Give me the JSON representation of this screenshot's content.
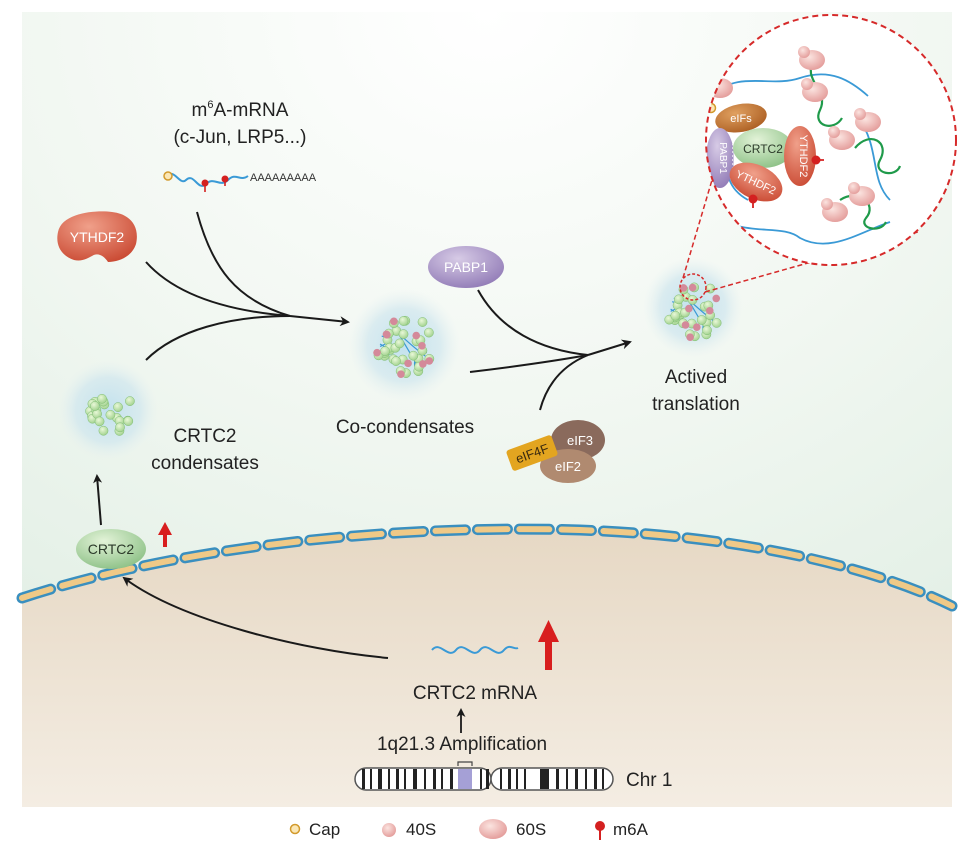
{
  "labels": {
    "m6a_mrna_line1_prefix": "m",
    "m6a_mrna_line1_sup": "6",
    "m6a_mrna_line1_suffix": "A-mRNA",
    "m6a_mrna_line2": "(c-Jun, LRP5...)",
    "poly_a": "AAAAAAAAA",
    "ythdf2": "YTHDF2",
    "crtc2_condensates_line1": "CRTC2",
    "crtc2_condensates_line2": "condensates",
    "co_condensates": "Co-condensates",
    "pabp1": "PABP1",
    "actived_translation_line1": "Actived",
    "actived_translation_line2": "translation",
    "eif4f": "eIF4F",
    "eif3": "eIF3",
    "eif2": "eIF2",
    "crtc2_protein": "CRTC2",
    "crtc2_mrna": "CRTC2 mRNA",
    "amplification": "1q21.3 Amplification",
    "chromosome": "Chr 1"
  },
  "zoom": {
    "eifs": "eIFs",
    "pabp1": "PABP1",
    "pabp1_polya": "AAAAAAA",
    "crtc2": "CRTC2",
    "ythdf2_left": "YTHDF2",
    "ythdf2_right": "YTHDF2"
  },
  "legend": {
    "items": [
      {
        "label": "Cap",
        "icon": "cap-icon"
      },
      {
        "label": "40S",
        "icon": "40s-ribosome-icon"
      },
      {
        "label": "60S",
        "icon": "60s-ribosome-icon"
      },
      {
        "label": "m6A",
        "icon": "m6a-pin-icon"
      }
    ]
  },
  "colors": {
    "cytoplasm": "#eef5ee",
    "nucleus": "#ece0d0",
    "ythdf2": "#d2563e",
    "crtc2": "#8fc08a",
    "pabp1": "#9c86bd",
    "eif4f": "#e3a520",
    "eif3": "#8a6a5c",
    "eif2": "#b08a70",
    "m6a": "#d42020",
    "rna": "#3a9ad6",
    "up_arrow": "#d81e1e",
    "membrane": "#e7c079"
  }
}
